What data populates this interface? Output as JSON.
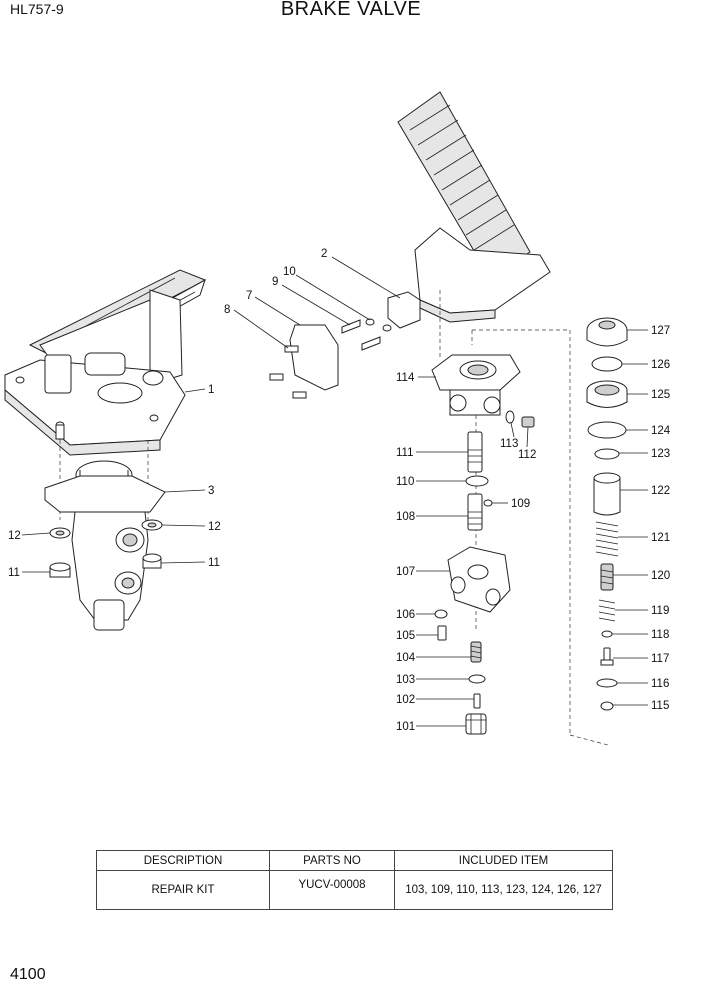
{
  "header": {
    "model": "HL757-9",
    "title": "BRAKE VALVE"
  },
  "page_number": "4100",
  "callouts": [
    "1",
    "2",
    "3",
    "7",
    "8",
    "9",
    "10",
    "11",
    "11",
    "12",
    "12",
    "101",
    "102",
    "103",
    "104",
    "105",
    "106",
    "107",
    "108",
    "109",
    "110",
    "111",
    "112",
    "113",
    "114",
    "115",
    "116",
    "117",
    "118",
    "119",
    "120",
    "121",
    "122",
    "123",
    "124",
    "125",
    "126",
    "127"
  ],
  "kit_table": {
    "headers": [
      "DESCRIPTION",
      "PARTS NO",
      "INCLUDED ITEM"
    ],
    "row": {
      "description": "REPAIR KIT",
      "parts_no": "YUCV-00008",
      "included": "103, 109, 110, 113, 123, 124, 126, 127"
    }
  }
}
